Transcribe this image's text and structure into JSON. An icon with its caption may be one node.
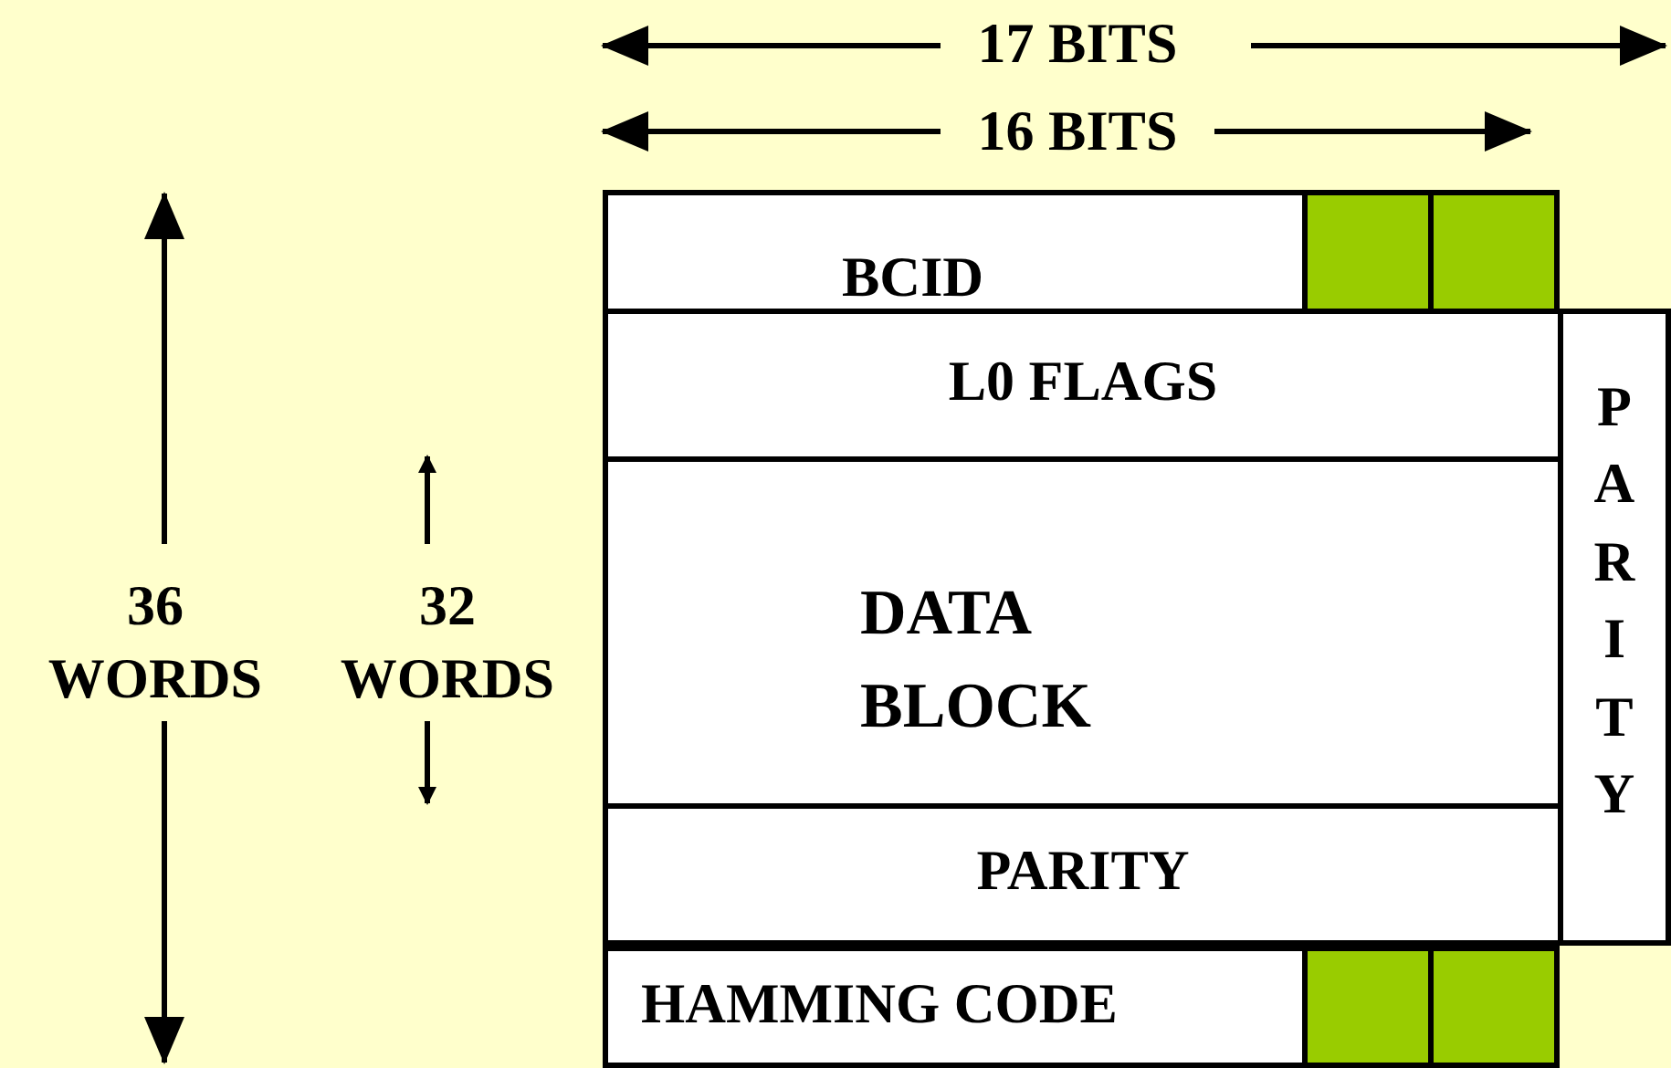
{
  "diagram": {
    "nodes": [
      {
        "text": [
          "BCID"
        ]
      },
      {
        "text": [],
        "shape": "box"
      },
      {
        "text": [],
        "shape": "box"
      },
      {
        "text": [
          "L0 FLAGS"
        ]
      },
      {
        "text": [
          "DATA BLOCK"
        ]
      },
      {
        "text": [
          "PARITY"
        ]
      },
      {
        "text": [
          "PARITY"
        ]
      },
      {
        "text": [
          "HAMMING CODE"
        ]
      },
      {
        "text": [],
        "shape": "box"
      },
      {
        "text": [],
        "shape": "box"
      }
    ],
    "edges": [],
    "labels": [
      "17 BITS",
      "16 BITS",
      "36 WORDS",
      "32 WORDS"
    ]
  }
}
